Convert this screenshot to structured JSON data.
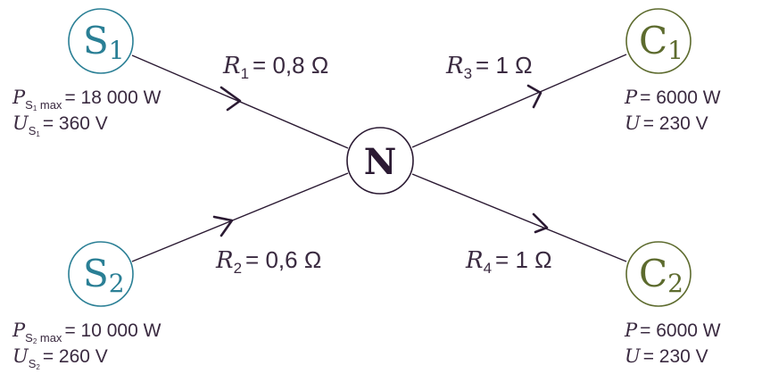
{
  "colors": {
    "line": "#2b1a33",
    "source": "#2a7f95",
    "consumer": "#5d6b2e",
    "hub": "#2b1a33",
    "text": "#3a2a40"
  },
  "nodes": {
    "s1": {
      "letter": "S",
      "sub": "1"
    },
    "s2": {
      "letter": "S",
      "sub": "2"
    },
    "c1": {
      "letter": "C",
      "sub": "1"
    },
    "c2": {
      "letter": "C",
      "sub": "2"
    },
    "n": {
      "letter": "N"
    }
  },
  "resistors": {
    "r1": {
      "var": "R",
      "sub": "1",
      "value": "= 0,8 Ω"
    },
    "r2": {
      "var": "R",
      "sub": "2",
      "value": "= 0,6 Ω"
    },
    "r3": {
      "var": "R",
      "sub": "3",
      "value": "= 1 Ω"
    },
    "r4": {
      "var": "R",
      "sub": "4",
      "value": "= 1 Ω"
    }
  },
  "specs": {
    "s1": {
      "p_var": "P",
      "p_sub": "S",
      "p_sub2": "1",
      "p_sub3": " max",
      "p_value": "= 18 000 W",
      "u_var": "U",
      "u_sub": "S",
      "u_sub2": "1",
      "u_value": "= 360 V"
    },
    "s2": {
      "p_var": "P",
      "p_sub": "S",
      "p_sub2": "2",
      "p_sub3": " max",
      "p_value": "= 10 000 W",
      "u_var": "U",
      "u_sub": "S",
      "u_sub2": "2",
      "u_value": "= 260 V"
    },
    "c1": {
      "p_var": "P",
      "p_value": "= 6000 W",
      "u_var": "U",
      "u_value": "= 230 V"
    },
    "c2": {
      "p_var": "P",
      "p_value": "= 6000 W",
      "u_var": "U",
      "u_value": "= 230 V"
    }
  }
}
